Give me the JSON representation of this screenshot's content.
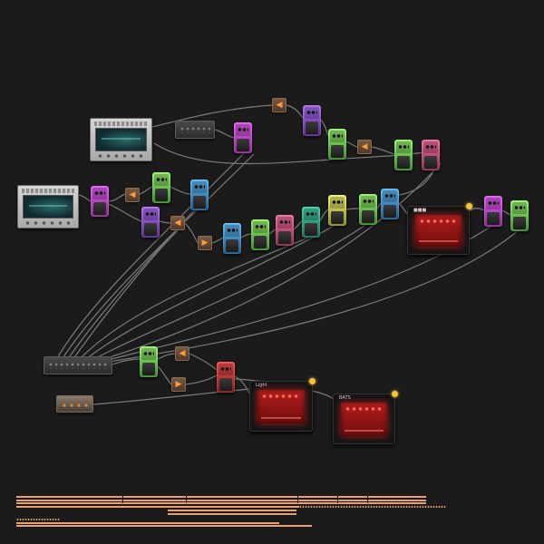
{
  "canvas": {
    "background": "#1b1b1b"
  },
  "colors": {
    "wire": "#8c8c8c",
    "amp_glow": "#d42a2a",
    "timeline": "#e8a070",
    "accent": "#ff9a3c",
    "amp_star": "#f5c23a"
  },
  "modules": [
    {
      "type": "synth",
      "name": "synth-module-1"
    },
    {
      "type": "synth",
      "name": "synth-module-2"
    },
    {
      "type": "rack",
      "name": "rack-unit-top"
    },
    {
      "type": "rack",
      "name": "multi-output-rack"
    },
    {
      "type": "tuner",
      "name": "tuner-module"
    }
  ],
  "pedals": [
    {
      "name": "pedal-magenta",
      "color": "#d048d8"
    },
    {
      "name": "pedal-purple",
      "color": "#9b4ad8"
    },
    {
      "name": "pedal-green",
      "color": "#7ad84a"
    },
    {
      "name": "pedal-pink",
      "color": "#e0408a"
    },
    {
      "name": "pedal-blue",
      "color": "#3a9ad8"
    },
    {
      "name": "pedal-teal",
      "color": "#2aa888"
    },
    {
      "name": "pedal-yellow",
      "color": "#d8d848"
    },
    {
      "name": "pedal-red",
      "color": "#d83030"
    }
  ],
  "amps": [
    {
      "name": "amp-right",
      "title": "■■■"
    },
    {
      "name": "amp-bottom-left",
      "title": "Light"
    },
    {
      "name": "amp-bottom-right",
      "title": "BATS"
    }
  ],
  "splitter_icons": [
    "left-arrow-icon",
    "right-arrow-icon"
  ]
}
